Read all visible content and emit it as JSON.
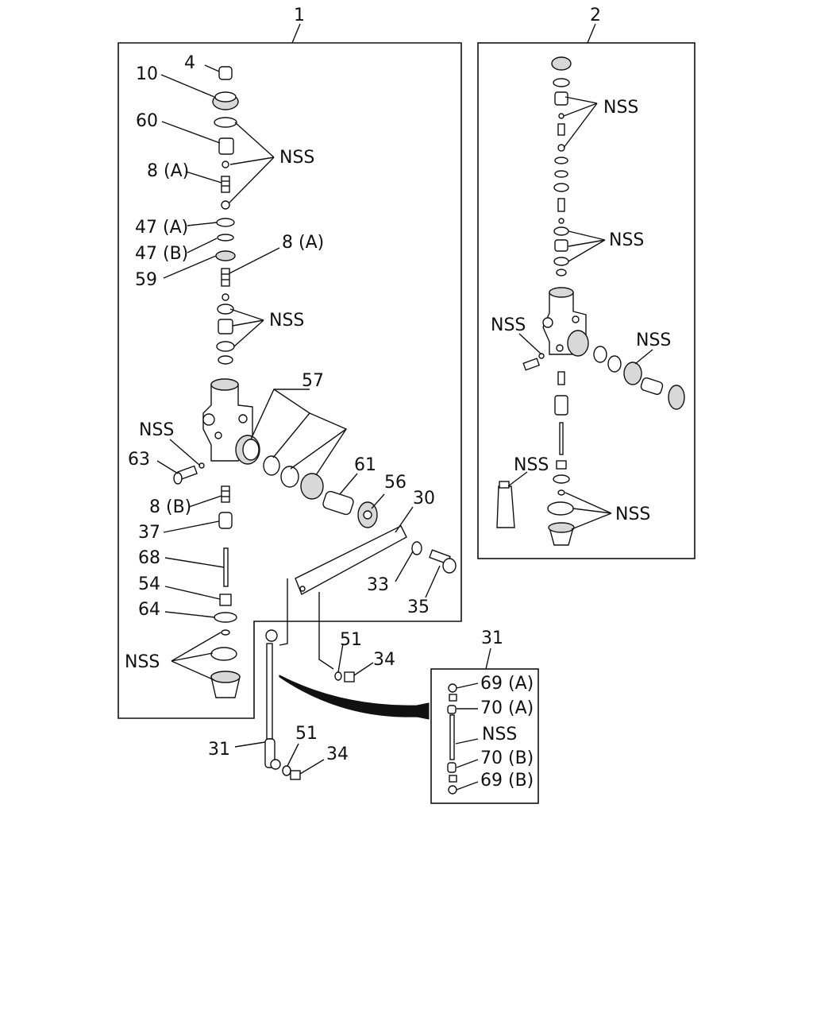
{
  "callouts": {
    "assy1": "1",
    "assy2": "2",
    "p4": "4",
    "p10": "10",
    "p60": "60",
    "p8a_1": "8 (A)",
    "p47a": "47 (A)",
    "p47b": "47 (B)",
    "p59": "59",
    "p8a_2": "8 (A)",
    "p57": "57",
    "nss_left_1": "NSS",
    "nss_left_2": "NSS",
    "nss_left_3": "NSS",
    "nss_left_4": "NSS",
    "p63": "63",
    "p61": "61",
    "p56": "56",
    "p30": "30",
    "p8b": "8 (B)",
    "p37": "37",
    "p68": "68",
    "p54": "54",
    "p64": "64",
    "p33": "33",
    "p35": "35",
    "p51a": "51",
    "p34a": "34",
    "p31a": "31",
    "p51b": "51",
    "p34b": "34",
    "nss_right_1": "NSS",
    "nss_right_2": "NSS",
    "nss_right_3": "NSS",
    "nss_right_4": "NSS",
    "nss_right_5": "NSS",
    "nss_right_6": "NSS",
    "p31_detail": "31",
    "p69a": "69 (A)",
    "p70a": "70 (A)",
    "nss_detail": "NSS",
    "p70b": "70 (B)",
    "p69b": "69 (B)"
  }
}
